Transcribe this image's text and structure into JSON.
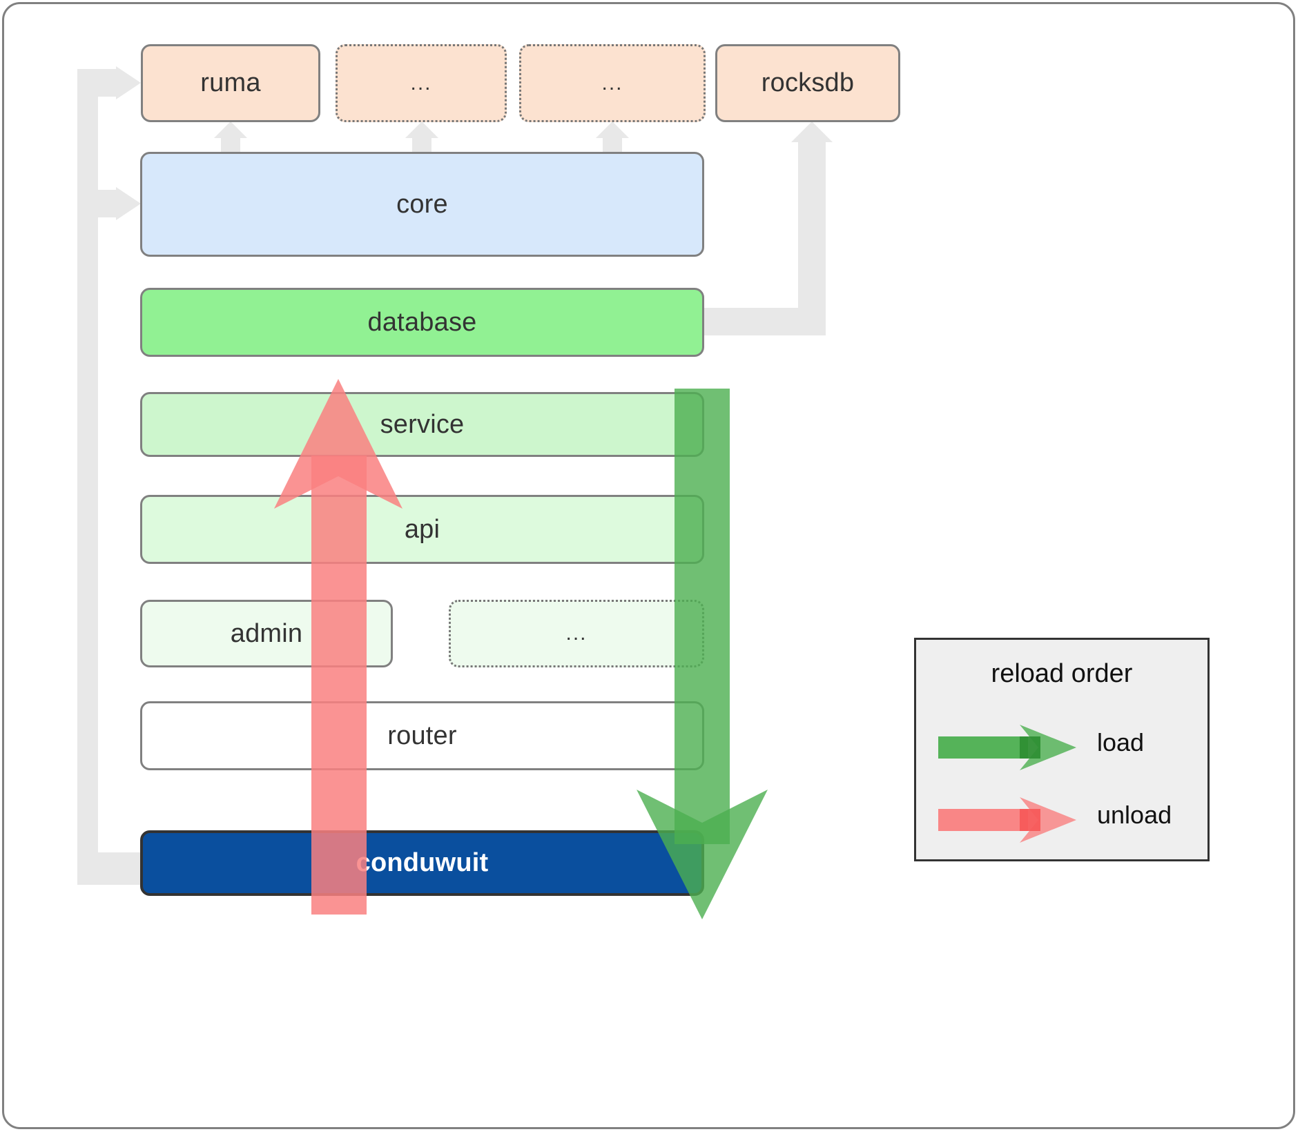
{
  "diagram": {
    "title": "conduwuit crate architecture / reload order",
    "crates": [
      {
        "id": "ruma",
        "label": "ruma",
        "style": "solid",
        "fill": "#fce2d0"
      },
      {
        "id": "dots1",
        "label": "...",
        "style": "dotted",
        "fill": "#fce2d0"
      },
      {
        "id": "dots2",
        "label": "...",
        "style": "dotted",
        "fill": "#fce2d0"
      },
      {
        "id": "rocksdb",
        "label": "rocksdb",
        "style": "solid",
        "fill": "#fce2d0"
      }
    ],
    "layers": [
      {
        "id": "core",
        "label": "core",
        "style": "solid",
        "fill": "#d7e8fb"
      },
      {
        "id": "database",
        "label": "database",
        "style": "solid",
        "fill": "#91f193"
      },
      {
        "id": "service",
        "label": "service",
        "style": "solid",
        "fill": "#cdf6cd"
      },
      {
        "id": "api",
        "label": "api",
        "style": "solid",
        "fill": "#ddfadd"
      },
      {
        "id": "admin",
        "label": "admin",
        "style": "solid",
        "fill": "#eefbee"
      },
      {
        "id": "dots3",
        "label": "...",
        "style": "dotted",
        "fill": "#eefbee"
      },
      {
        "id": "router",
        "label": "router",
        "style": "solid",
        "fill": "#ffffff"
      }
    ],
    "application": {
      "id": "conduwuit",
      "label": "conduwuit",
      "fill": "#0a4f9e",
      "text_color": "#ffffff"
    },
    "legend": {
      "title": "reload order",
      "entries": [
        {
          "id": "load",
          "label": "load",
          "color": "#4caf50"
        },
        {
          "id": "unload",
          "label": "unload",
          "color": "#f98080"
        }
      ]
    },
    "colors": {
      "connector": "#e8e8e8",
      "frame_border": "#808080",
      "box_border": "#808080",
      "dark_border": "#333333",
      "text": "#333333",
      "load_arrow": "#4caf50",
      "unload_arrow": "#f98080"
    }
  }
}
